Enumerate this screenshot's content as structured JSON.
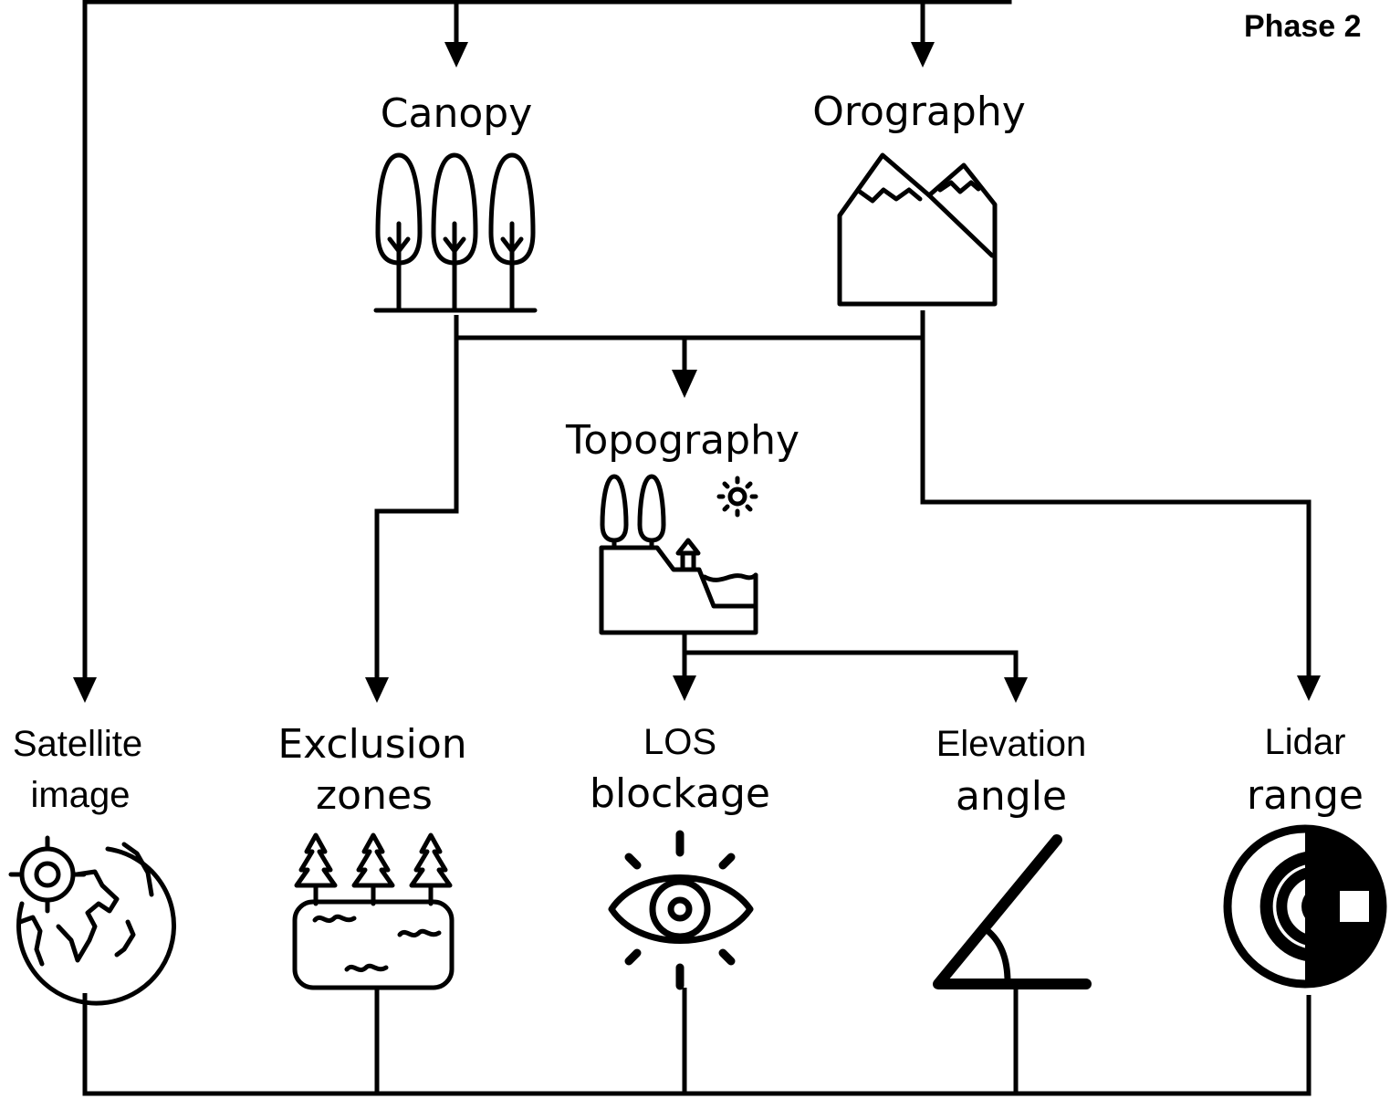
{
  "phase_label": "Phase 2",
  "nodes": {
    "canopy": "Canopy",
    "orography": "Orography",
    "topography": "Topography",
    "satellite": [
      "Satellite",
      "image"
    ],
    "exclusion": [
      "Exclusion",
      "zones"
    ],
    "los": [
      "LOS",
      "blockage"
    ],
    "elevation": [
      "Elevation",
      "angle"
    ],
    "lidar": [
      "Lidar",
      "range"
    ]
  },
  "icons": {
    "canopy": "trees-icon",
    "orography": "mountains-icon",
    "topography": "landscape-icon",
    "satellite": "globe-target-icon",
    "exclusion": "forest-lake-icon",
    "los": "eye-icon",
    "elevation": "angle-icon",
    "lidar": "radar-range-icon"
  },
  "colors": {
    "stroke": "#000000",
    "background": "#ffffff"
  }
}
